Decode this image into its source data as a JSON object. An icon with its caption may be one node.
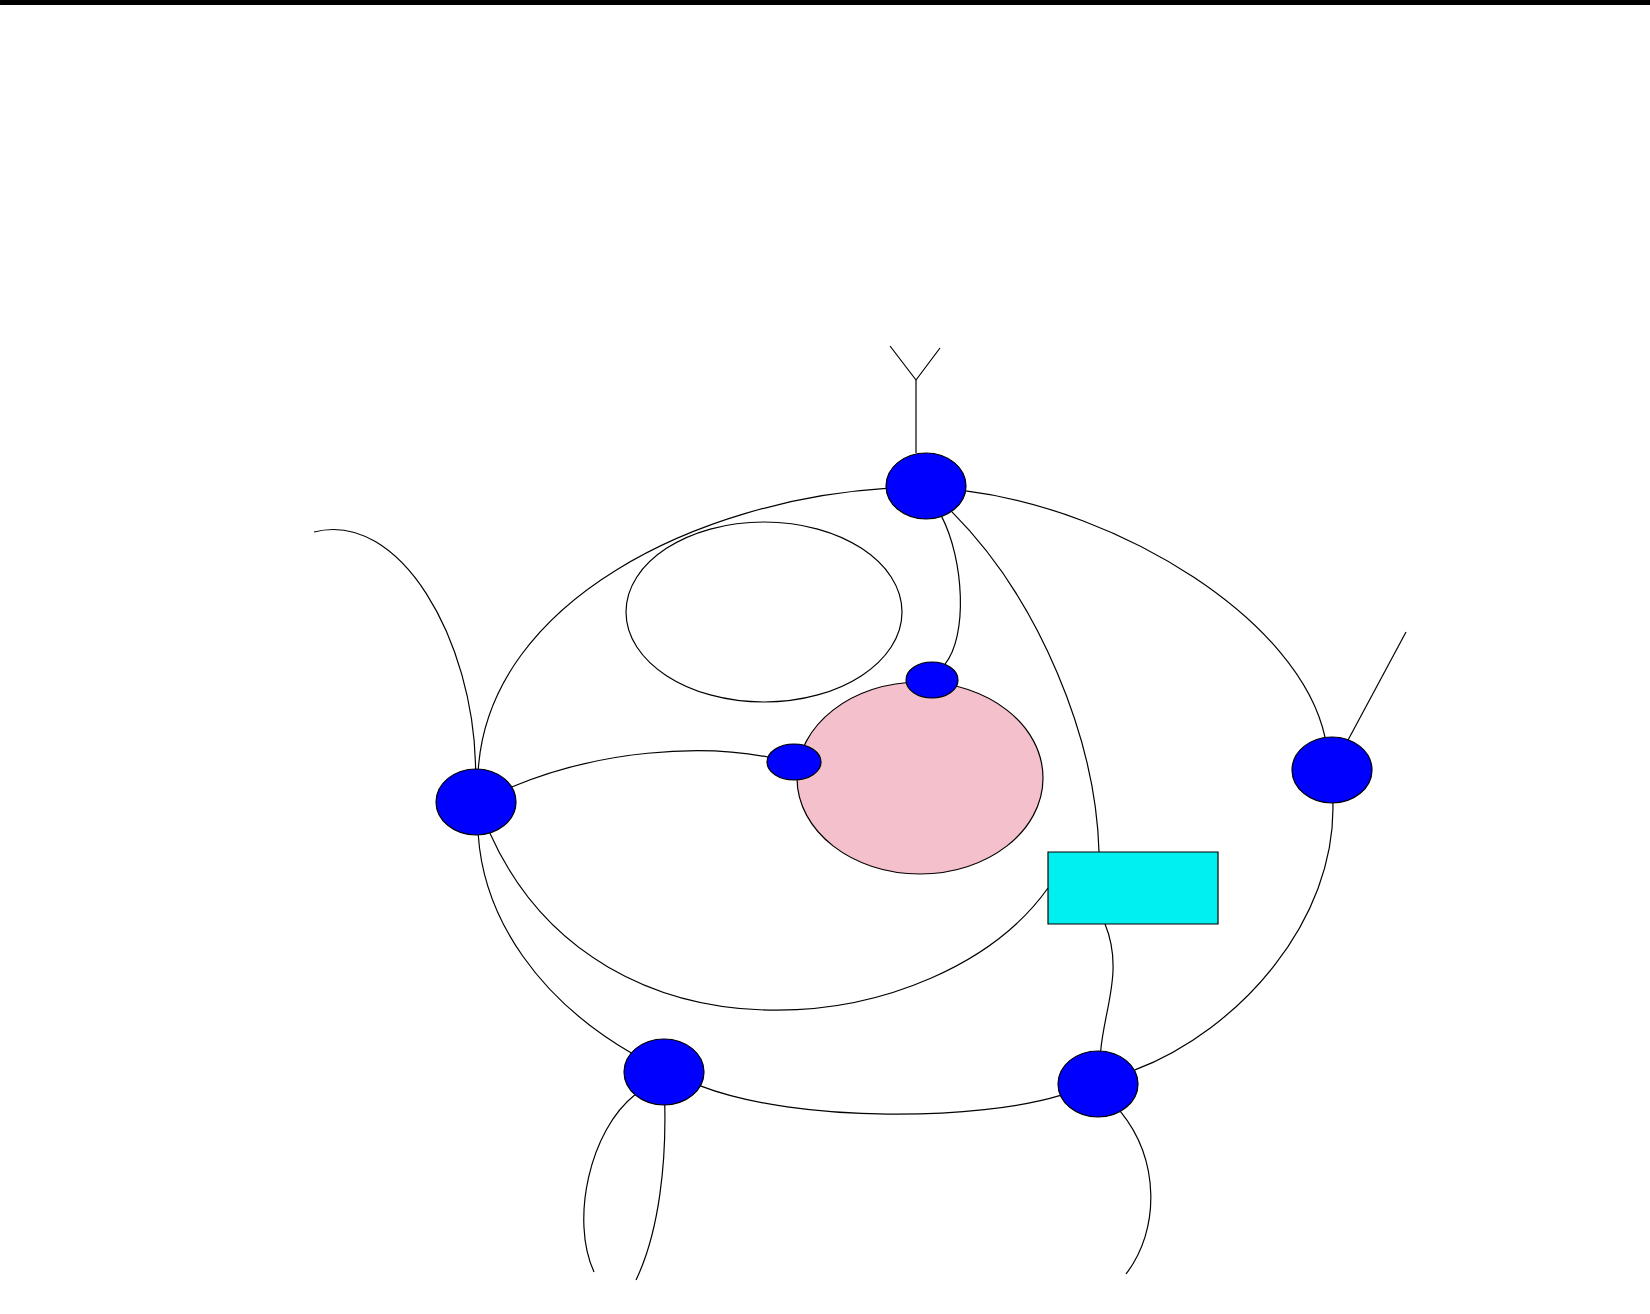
{
  "diagram": {
    "nodes": [
      {
        "text": [],
        "shape": "antenna"
      },
      {
        "text": [],
        "shape": "circle"
      },
      {
        "text": [],
        "shape": "ellipse"
      },
      {
        "text": [],
        "shape": "ellipse"
      },
      {
        "text": [],
        "shape": "ellipse"
      },
      {
        "text": [],
        "shape": "circle"
      },
      {
        "text": [],
        "shape": "ellipse"
      },
      {
        "text": [],
        "shape": "circle"
      },
      {
        "text": [],
        "shape": "box"
      },
      {
        "text": [],
        "shape": "circle"
      },
      {
        "text": [],
        "shape": "circle"
      }
    ],
    "edges": [
      {
        "from": 1,
        "to": 5,
        "arrow": "none"
      },
      {
        "from": 5,
        "to": 10,
        "arrow": "none"
      },
      {
        "from": 10,
        "to": 9,
        "arrow": "none"
      },
      {
        "from": 9,
        "to": 7,
        "arrow": "none"
      },
      {
        "from": 7,
        "to": 1,
        "arrow": "none"
      },
      {
        "from": 7,
        "to": null,
        "arrow": "none"
      },
      {
        "from": 1,
        "to": 3,
        "arrow": "none"
      },
      {
        "from": 1,
        "to": 8,
        "arrow": "none"
      },
      {
        "from": 7,
        "to": 4,
        "arrow": "none"
      },
      {
        "from": 7,
        "to": 8,
        "arrow": "none"
      },
      {
        "from": 8,
        "to": 10,
        "arrow": "none"
      },
      {
        "from": 5,
        "to": null,
        "arrow": "none"
      },
      {
        "from": 9,
        "to": null,
        "arrow": "none"
      },
      {
        "from": 9,
        "to": null,
        "arrow": "none"
      },
      {
        "from": 10,
        "to": null,
        "arrow": "none"
      },
      {
        "from": 1,
        "to": 0,
        "arrow": "none"
      }
    ]
  }
}
